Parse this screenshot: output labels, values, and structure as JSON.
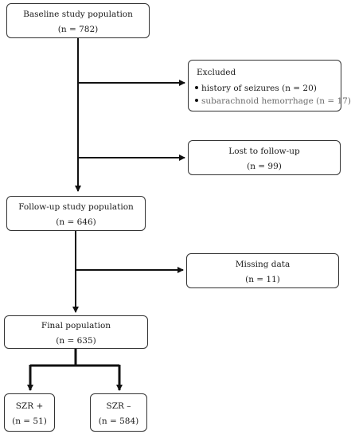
{
  "baseline": {
    "title": "Baseline study population",
    "count": "(n = 782)"
  },
  "excluded": {
    "title": "Excluded",
    "items": [
      "history of seizures (n = 20)",
      "subarachnoid hemorrhage (n = 17)"
    ]
  },
  "lost": {
    "title": "Lost to follow-up",
    "count": "(n = 99)"
  },
  "followup": {
    "title": "Follow-up study population",
    "count": "(n = 646)"
  },
  "missing": {
    "title": "Missing data",
    "count": "(n = 11)"
  },
  "final": {
    "title": "Final population",
    "count": "(n = 635)"
  },
  "szr_pos": {
    "title": "SZR +",
    "count": "(n = 51)"
  },
  "szr_neg": {
    "title": "SZR –",
    "count": "(n = 584)"
  }
}
